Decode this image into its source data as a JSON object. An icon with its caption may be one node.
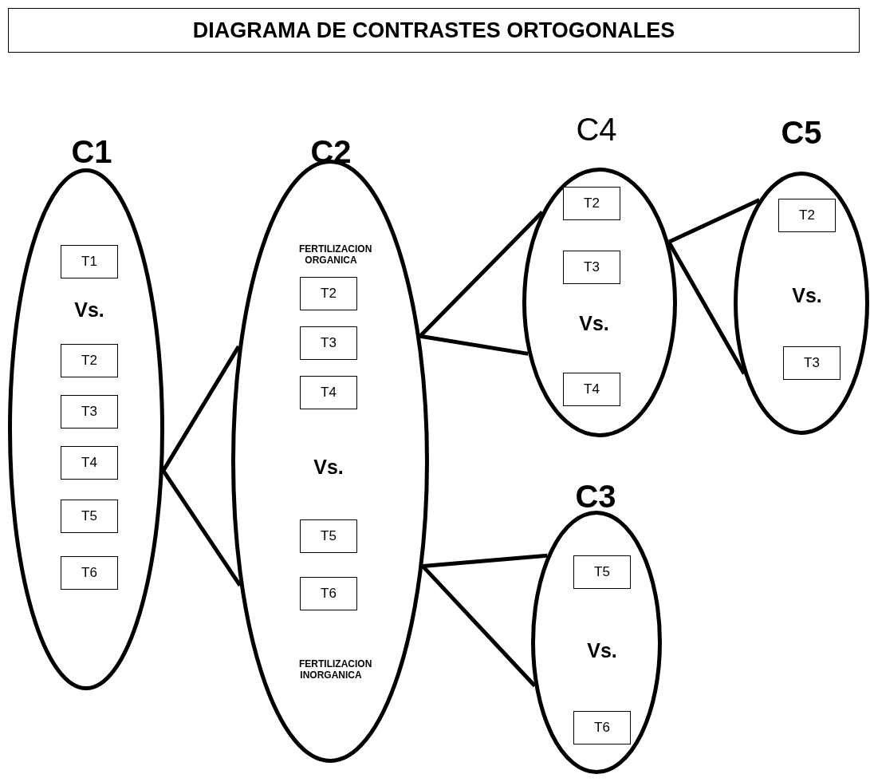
{
  "diagram": {
    "title": "DIAGRAMA DE CONTRASTES ORTOGONALES",
    "nodes": [
      {
        "text": [
          "C1",
          "Vs."
        ]
      },
      {
        "text": [
          "T1"
        ],
        "in": 0
      },
      {
        "text": [
          "T2"
        ],
        "in": 0
      },
      {
        "text": [
          "T3"
        ],
        "in": 0
      },
      {
        "text": [
          "T4"
        ],
        "in": 0
      },
      {
        "text": [
          "T5"
        ],
        "in": 0
      },
      {
        "text": [
          "T6"
        ],
        "in": 0
      },
      {
        "text": [
          "C2",
          "FERTILIZACION ORGANICA",
          "Vs.",
          "FERTILIZACION INORGANICA"
        ]
      },
      {
        "text": [
          "T2"
        ],
        "in": 7
      },
      {
        "text": [
          "T3"
        ],
        "in": 7
      },
      {
        "text": [
          "T4"
        ],
        "in": 7
      },
      {
        "text": [
          "T5"
        ],
        "in": 7
      },
      {
        "text": [
          "T6"
        ],
        "in": 7
      },
      {
        "text": [
          "C4",
          "Vs."
        ]
      },
      {
        "text": [
          "T2"
        ],
        "in": 13
      },
      {
        "text": [
          "T3"
        ],
        "in": 13
      },
      {
        "text": [
          "T4"
        ],
        "in": 13
      },
      {
        "text": [
          "C5",
          "Vs."
        ]
      },
      {
        "text": [
          "T2"
        ],
        "in": 17
      },
      {
        "text": [
          "T3"
        ],
        "in": 17
      },
      {
        "text": [
          "C3",
          "Vs."
        ]
      },
      {
        "text": [
          "T5"
        ],
        "in": 20
      },
      {
        "text": [
          "T6"
        ],
        "in": 20
      }
    ],
    "edges": [
      {
        "from": 0,
        "to": 7,
        "arrow": "none"
      },
      {
        "from": 0,
        "to": 7,
        "arrow": "none"
      },
      {
        "from": 7,
        "to": 13,
        "arrow": "none"
      },
      {
        "from": 7,
        "to": 13,
        "arrow": "none"
      },
      {
        "from": 7,
        "to": 20,
        "arrow": "none"
      },
      {
        "from": 7,
        "to": 20,
        "arrow": "none"
      },
      {
        "from": 13,
        "to": 17,
        "arrow": "none"
      },
      {
        "from": 13,
        "to": 17,
        "arrow": "none"
      }
    ]
  }
}
